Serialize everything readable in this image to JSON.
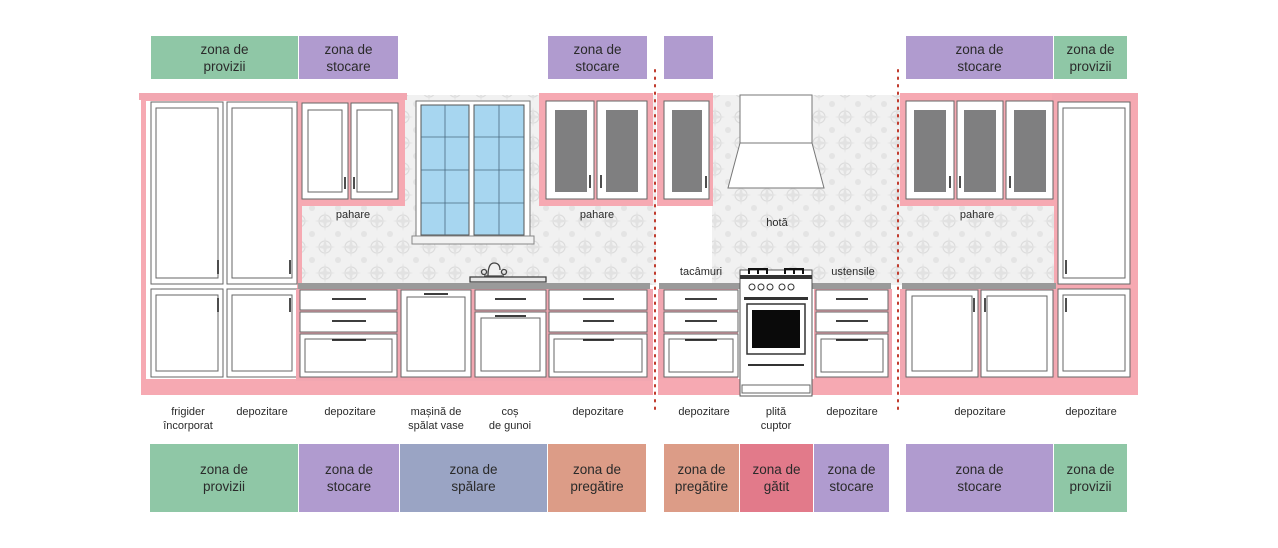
{
  "colors": {
    "provizii": "#8fc7a6",
    "stocare": "#b09bcf",
    "spalare": "#9aa4c4",
    "pregatire": "#dc9c87",
    "gatit": "#e27a8a",
    "cabinet_outline": "#f2a7b1",
    "cabinet_base": "#f6a9b2",
    "glass": "#a7d6f0",
    "dark_glass": "#7f7f80",
    "guide_dots": "#c0392b"
  },
  "top_zones": [
    {
      "id": "top-1",
      "text": "zona de\nprovizii",
      "color": "provizii"
    },
    {
      "id": "top-2",
      "text": "zona de\nstocare",
      "color": "stocare"
    },
    {
      "id": "top-3",
      "text": "zona de\nstocare",
      "color": "stocare"
    },
    {
      "id": "top-4",
      "text": "",
      "color": "stocare"
    },
    {
      "id": "top-5",
      "text": "zona de\nstocare",
      "color": "stocare"
    },
    {
      "id": "top-6",
      "text": "zona de\nprovizii",
      "color": "provizii"
    }
  ],
  "bottom_zones": [
    {
      "id": "bot-1",
      "text": "zona de\nprovizii",
      "color": "provizii"
    },
    {
      "id": "bot-2",
      "text": "zona de\nstocare",
      "color": "stocare"
    },
    {
      "id": "bot-3",
      "text": "zona de\nspălare",
      "color": "spalare"
    },
    {
      "id": "bot-4",
      "text": "zona de\npregătire",
      "color": "pregatire"
    },
    {
      "id": "bot-5",
      "text": "zona de\npregătire",
      "color": "pregatire"
    },
    {
      "id": "bot-6",
      "text": "zona de\ngătit",
      "color": "gatit"
    },
    {
      "id": "bot-7",
      "text": "zona de\nstocare",
      "color": "stocare"
    },
    {
      "id": "bot-8",
      "text": "zona de\nstocare",
      "color": "stocare"
    },
    {
      "id": "bot-9",
      "text": "zona de\nprovizii",
      "color": "provizii"
    }
  ],
  "bottom_labels": [
    {
      "id": "frigider",
      "text": "frigider\nîncorporat"
    },
    {
      "id": "depozitare-1",
      "text": "depozitare"
    },
    {
      "id": "depozitare-2",
      "text": "depozitare"
    },
    {
      "id": "masina-spalat",
      "text": "mașină de\nspălat vase"
    },
    {
      "id": "cos-gunoi",
      "text": "coș\nde gunoi"
    },
    {
      "id": "depozitare-3",
      "text": "depozitare"
    },
    {
      "id": "depozitare-4",
      "text": "depozitare"
    },
    {
      "id": "plita-cuptor",
      "text": "plită\ncuptor"
    },
    {
      "id": "depozitare-5",
      "text": "depozitare"
    },
    {
      "id": "depozitare-6",
      "text": "depozitare"
    },
    {
      "id": "depozitare-7",
      "text": "depozitare"
    }
  ],
  "upper_labels": [
    {
      "id": "pahare-1",
      "text": "pahare"
    },
    {
      "id": "pahare-2",
      "text": "pahare"
    },
    {
      "id": "hota",
      "text": "hotă"
    },
    {
      "id": "pahare-3",
      "text": "pahare"
    },
    {
      "id": "tacamuri",
      "text": "tacâmuri"
    },
    {
      "id": "ustensile",
      "text": "ustensile"
    }
  ]
}
